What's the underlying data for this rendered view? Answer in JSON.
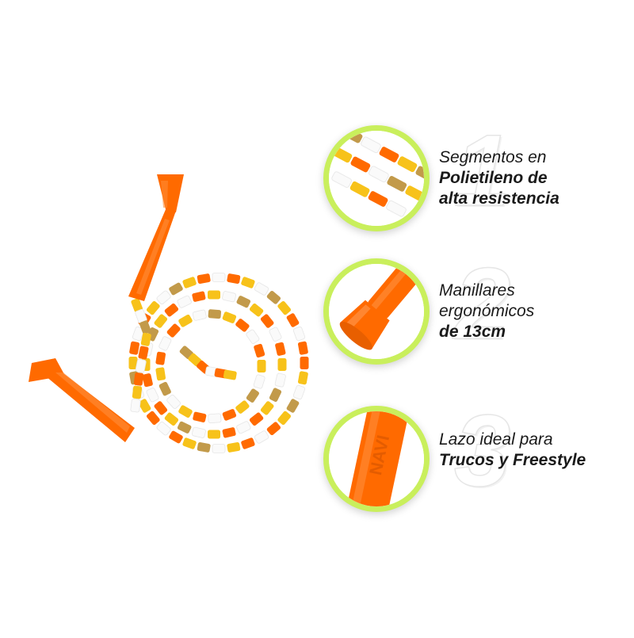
{
  "product": {
    "icon": "beaded-jump-rope",
    "colors": {
      "handle": "#ff6a00",
      "bead_yellow": "#f7c21a",
      "bead_gold": "#c29a4a",
      "bead_white": "#fafafa",
      "ring": "#c9ef5c"
    }
  },
  "features": [
    {
      "number": "1",
      "line1": "Segmentos en",
      "line2": "Polietileno de",
      "line3": "alta resistencia",
      "icon": "rope-segments-closeup"
    },
    {
      "number": "2",
      "line1": "Manillares",
      "line2": "ergonómicos",
      "line3": "de 13cm",
      "icon": "handle-end-closeup"
    },
    {
      "number": "3",
      "line1": "Lazo ideal para",
      "line2": "Trucos y Freestyle",
      "line3": "",
      "icon": "branded-handle-closeup",
      "brand_text": "NAVI"
    }
  ]
}
